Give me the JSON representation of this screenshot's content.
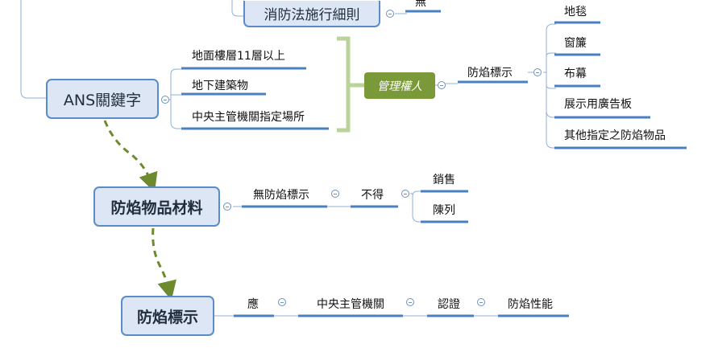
{
  "nodes": {
    "enforcement_rules": "消防法施行細則",
    "none_value": "無",
    "ans_keyword": "ANS關鍵字",
    "flame_material": "防焰物品材料",
    "flame_label_main": "防焰標示"
  },
  "locations": [
    "地面樓層11層以上",
    "地下建築物",
    "中央主管機關指定場所"
  ],
  "management_badge": "管理權人",
  "flame_label_branch": "防焰標示",
  "flame_items": [
    "地毯",
    "窗簾",
    "布幕",
    "展示用廣告板",
    "其他指定之防焰物品"
  ],
  "material_branch": {
    "no_label": "無防焰標示",
    "forbidden": "不得",
    "actions": [
      "銷售",
      "陳列"
    ]
  },
  "label_branch": {
    "should": "應",
    "authority": "中央主管機關",
    "certification": "認證",
    "performance": "防焰性能"
  },
  "colors": {
    "node_fill": "#dce6f4",
    "node_border": "#5b8cc9",
    "branch_line": "#4a7fc1",
    "bracket": "#b9d39a",
    "badge": "#7a9a3a",
    "arrow": "#6d8b2e"
  }
}
